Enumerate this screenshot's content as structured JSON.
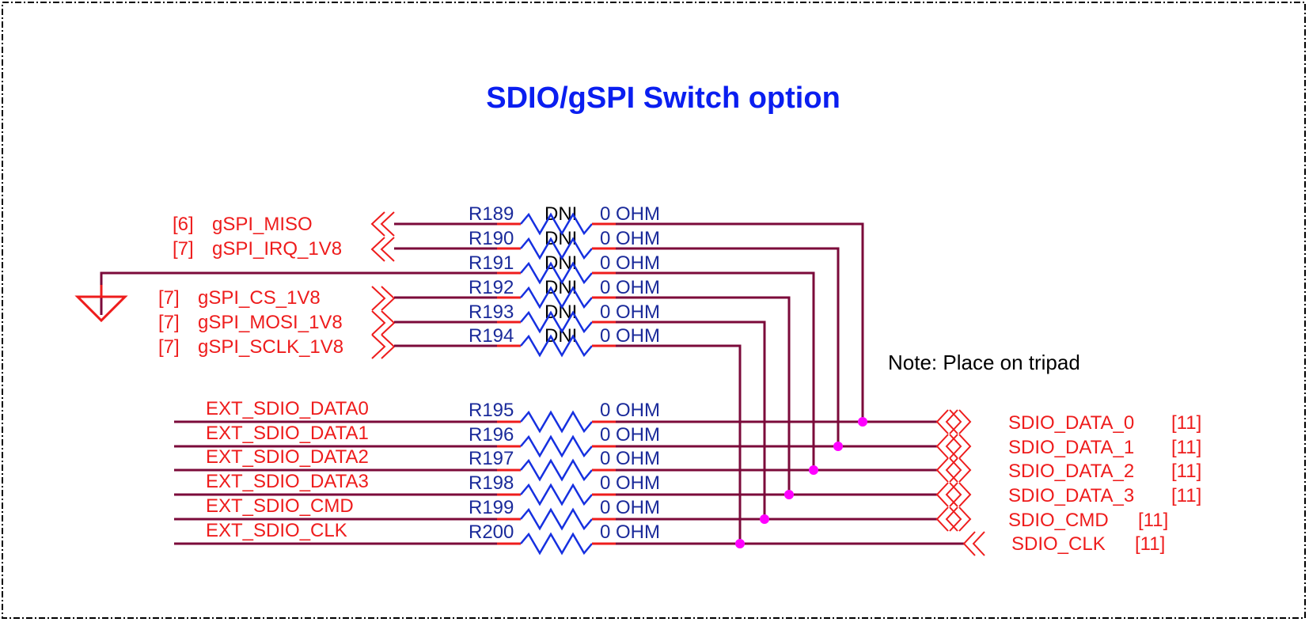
{
  "title": "SDIO/gSPI Switch option",
  "note": "Note: Place on tripad",
  "gspi_nets": [
    {
      "num": "[6]",
      "name": "gSPI_MISO"
    },
    {
      "num": "[7]",
      "name": "gSPI_IRQ_1V8"
    },
    {
      "num": "[7]",
      "name": "gSPI_CS_1V8"
    },
    {
      "num": "[7]",
      "name": "gSPI_MOSI_1V8"
    },
    {
      "num": "[7]",
      "name": "gSPI_SCLK_1V8"
    }
  ],
  "dni_resistors": [
    {
      "ref": "R189",
      "dni": "DNI",
      "value": "0 OHM"
    },
    {
      "ref": "R190",
      "dni": "DNI",
      "value": "0 OHM"
    },
    {
      "ref": "R191",
      "dni": "DNI",
      "value": "0 OHM"
    },
    {
      "ref": "R192",
      "dni": "DNI",
      "value": "0 OHM"
    },
    {
      "ref": "R193",
      "dni": "DNI",
      "value": "0 OHM"
    },
    {
      "ref": "R194",
      "dni": "DNI",
      "value": "0 OHM"
    }
  ],
  "sdio_resistors": [
    {
      "ref": "R195",
      "value": "0 OHM"
    },
    {
      "ref": "R196",
      "value": "0 OHM"
    },
    {
      "ref": "R197",
      "value": "0 OHM"
    },
    {
      "ref": "R198",
      "value": "0 OHM"
    },
    {
      "ref": "R199",
      "value": "0 OHM"
    },
    {
      "ref": "R200",
      "value": "0 OHM"
    }
  ],
  "ext_nets": [
    "EXT_SDIO_DATA0",
    "EXT_SDIO_DATA1",
    "EXT_SDIO_DATA2",
    "EXT_SDIO_DATA3",
    "EXT_SDIO_CMD",
    "EXT_SDIO_CLK"
  ],
  "sdio_nets": [
    {
      "name": "SDIO_DATA_0",
      "page": "[11]"
    },
    {
      "name": "SDIO_DATA_1",
      "page": "[11]"
    },
    {
      "name": "SDIO_DATA_2",
      "page": "[11]"
    },
    {
      "name": "SDIO_DATA_3",
      "page": "[11]"
    },
    {
      "name": "SDIO_CMD",
      "page": "[11]"
    },
    {
      "name": "SDIO_CLK",
      "page": "[11]"
    }
  ],
  "colors": {
    "title": "#0a1ef0",
    "net_label": "#ee1c1c",
    "wire": "#7b0a3a",
    "resistor": "#1630e0",
    "junction": "#ff00ff"
  }
}
